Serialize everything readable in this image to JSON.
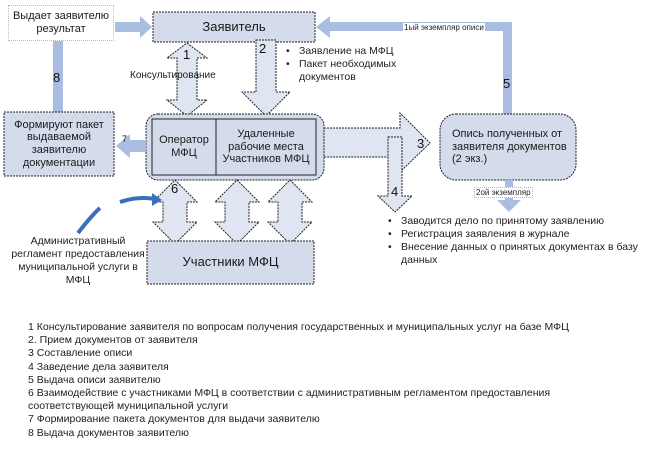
{
  "colors": {
    "box_fill": "#d4dcec",
    "arrow_fill": "#dfe6f2",
    "connector_blue": "#a8bde0",
    "dark_blue_arrow": "#3a6fc0",
    "border": "#222222"
  },
  "nodes": {
    "applicant": "Заявитель",
    "gives_result": "Выдает заявителю результат",
    "form_package": "Формируют пакет выдаваемой заявителю документации",
    "operator": "Оператор МФЦ",
    "remote_places": "Удаленные рабочие места Участников МФЦ",
    "inventory": "Опись полученных от заявителя документов (2 экз.)",
    "participants": "Участники МФЦ"
  },
  "labels": {
    "consulting": "Консультирование",
    "first_copy": "1ый экземпляр описи",
    "second_copy": "2ой экземпляр",
    "admin_regulation": "Административный регламент предоставления муниципальной услуги в МФЦ"
  },
  "step_numbers": [
    "1",
    "2",
    "3",
    "4",
    "5",
    "6",
    "7",
    "8"
  ],
  "applicant_submits": [
    "Заявление на МФЦ",
    "Пакет необходимых документов"
  ],
  "case_actions": [
    "Заводится дело по принятому заявлению",
    "Регистрация заявления в журнале",
    "Внесение данных о принятых документах в базу данных"
  ],
  "legend": [
    "1  Консультирование заявителя по вопросам получения государственных и муниципальных услуг на базе МФЦ",
    "2. Прием документов от заявителя",
    "3  Составление описи",
    "4  Заведение дела заявителя",
    "5  Выдача описи заявителю",
    "6  Взаимодействие с участниками МФЦ в соответствии с административным регламентом предоставления",
    "соответствующей муниципальной услуги",
    "7  Формирование пакета документов для выдачи заявителю",
    "8  Выдача документов заявителю"
  ]
}
